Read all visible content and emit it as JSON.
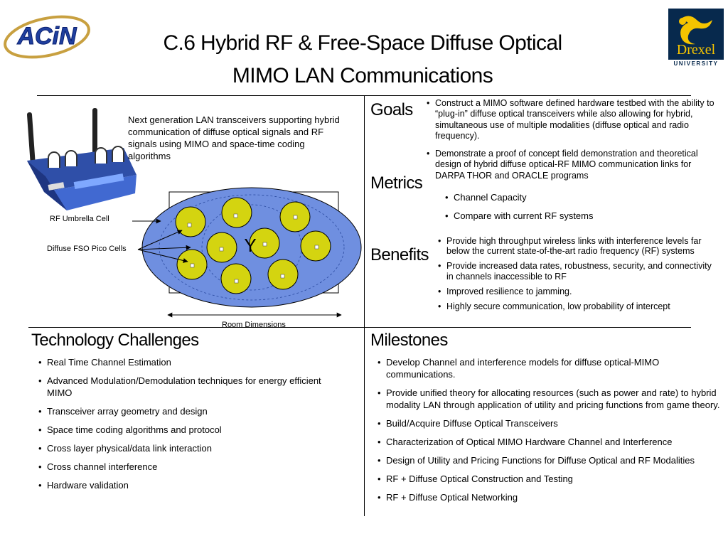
{
  "slide": {
    "title_line1": "C.6 Hybrid RF & Free-Space Diffuse Optical",
    "title_line2": "MIMO LAN Communications"
  },
  "logos": {
    "left_text": "ACiN",
    "right_text": "Drexel",
    "right_subtext": "UNIVERSITY"
  },
  "figure": {
    "description": "Next generation LAN transceivers supporting hybrid communication of diffuse optical signals and RF signals using MIMO and space-time coding algorithms",
    "rf_umbrella_label": "RF Umbrella Cell",
    "fso_pico_label": "Diffuse FSO Pico Cells",
    "room_dimensions_label": "Room Dimensions",
    "antenna_symbol": "Y",
    "colors": {
      "ellipse": "#6f8fe0",
      "pico_cell": "#d4d410",
      "router_body": "#3a5fbf"
    }
  },
  "goals": {
    "heading": "Goals",
    "items": [
      "Construct a MIMO software defined hardware testbed with the ability to “plug-in” diffuse optical transceivers while also allowing for hybrid, simultaneous use of multiple modalities (diffuse optical and radio frequency).",
      "Demonstrate a proof of concept field demonstration and theoretical design of hybrid diffuse optical-RF MIMO communication links for DARPA THOR and ORACLE programs"
    ]
  },
  "metrics": {
    "heading": "Metrics",
    "items": [
      "Channel Capacity",
      "Compare with current RF systems"
    ]
  },
  "benefits": {
    "heading": "Benefits",
    "items": [
      "Provide high throughput wireless links with interference levels far below the current state-of-the-art radio frequency (RF) systems",
      "Provide increased data rates, robustness, security, and connectivity in channels inaccessible to RF",
      "Improved resilience to jamming.",
      "Highly secure communication, low probability of intercept"
    ]
  },
  "challenges": {
    "heading": "Technology Challenges",
    "items": [
      "Real Time Channel Estimation",
      "Advanced Modulation/Demodulation techniques for energy efficient MIMO",
      "Transceiver array geometry and design",
      "Space time coding algorithms and protocol",
      "Cross layer physical/data link interaction",
      "Cross channel interference",
      "Hardware validation"
    ]
  },
  "milestones": {
    "heading": "Milestones",
    "items": [
      "Develop Channel and interference models for diffuse optical-MIMO communications.",
      "Provide unified theory for allocating resources (such as power and rate) to hybrid modality LAN through application of utility and pricing functions from game theory.",
      "Build/Acquire Diffuse Optical Transceivers",
      "Characterization of Optical MIMO Hardware Channel and Interference",
      "Design of Utility and Pricing Functions for Diffuse Optical and RF Modalities",
      "RF + Diffuse Optical Construction and Testing",
      "RF + Diffuse Optical Networking"
    ]
  }
}
